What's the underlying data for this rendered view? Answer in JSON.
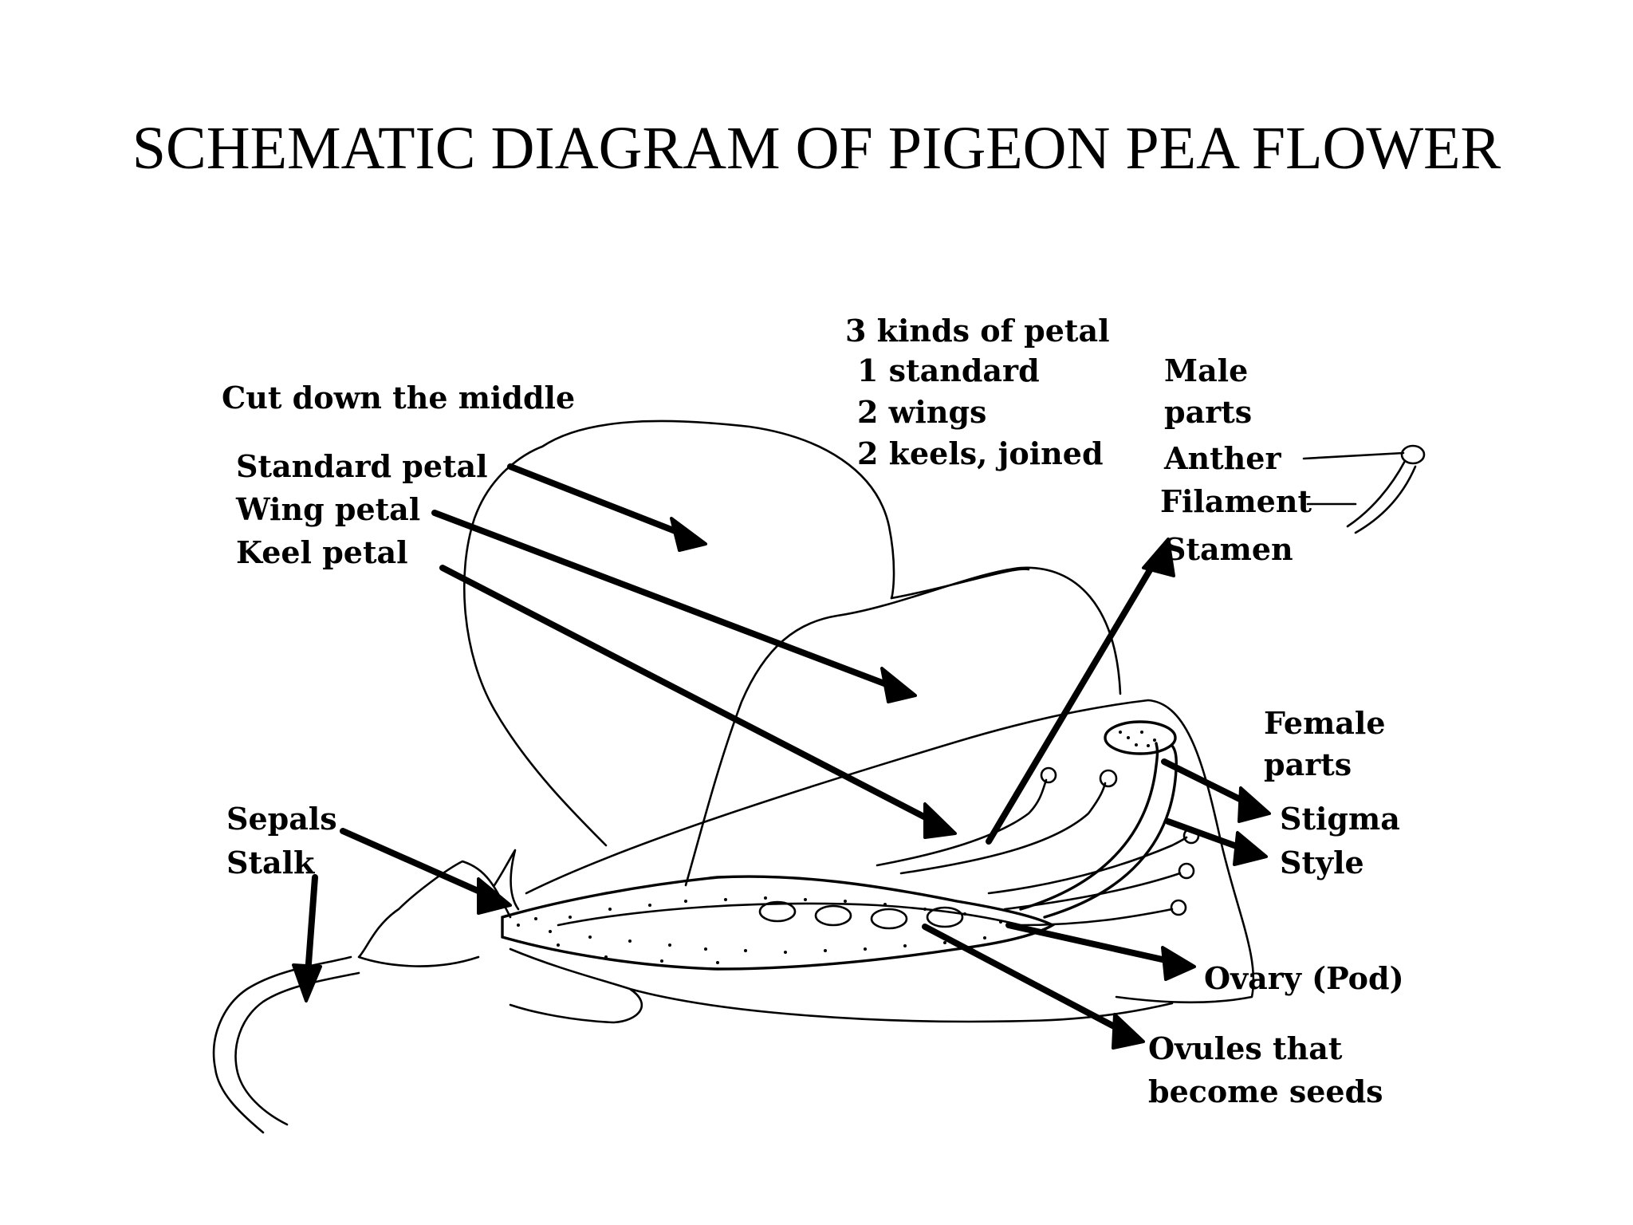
{
  "title": "SCHEMATIC DIAGRAM OF PIGEON PEA FLOWER",
  "labels": {
    "cut_down_middle": "Cut down the middle",
    "standard_petal": "Standard petal",
    "wing_petal": "Wing petal",
    "keel_petal": "Keel petal",
    "petal_kinds_heading": "3 kinds of petal",
    "petal_kind_1": "1 standard",
    "petal_kind_2": "2 wings",
    "petal_kind_3": "2 keels, joined",
    "male": "Male",
    "male_parts": "parts",
    "anther": "Anther",
    "filament": "Filament",
    "stamen": "Stamen",
    "female": "Female",
    "female_parts": "parts",
    "stigma": "Stigma",
    "style": "Style",
    "sepals": "Sepals",
    "stalk": "Stalk",
    "ovary": "Ovary (Pod)",
    "ovules_1": "Ovules that",
    "ovules_2": "become seeds"
  },
  "colors": {
    "ink": "#000000",
    "background": "#ffffff"
  }
}
